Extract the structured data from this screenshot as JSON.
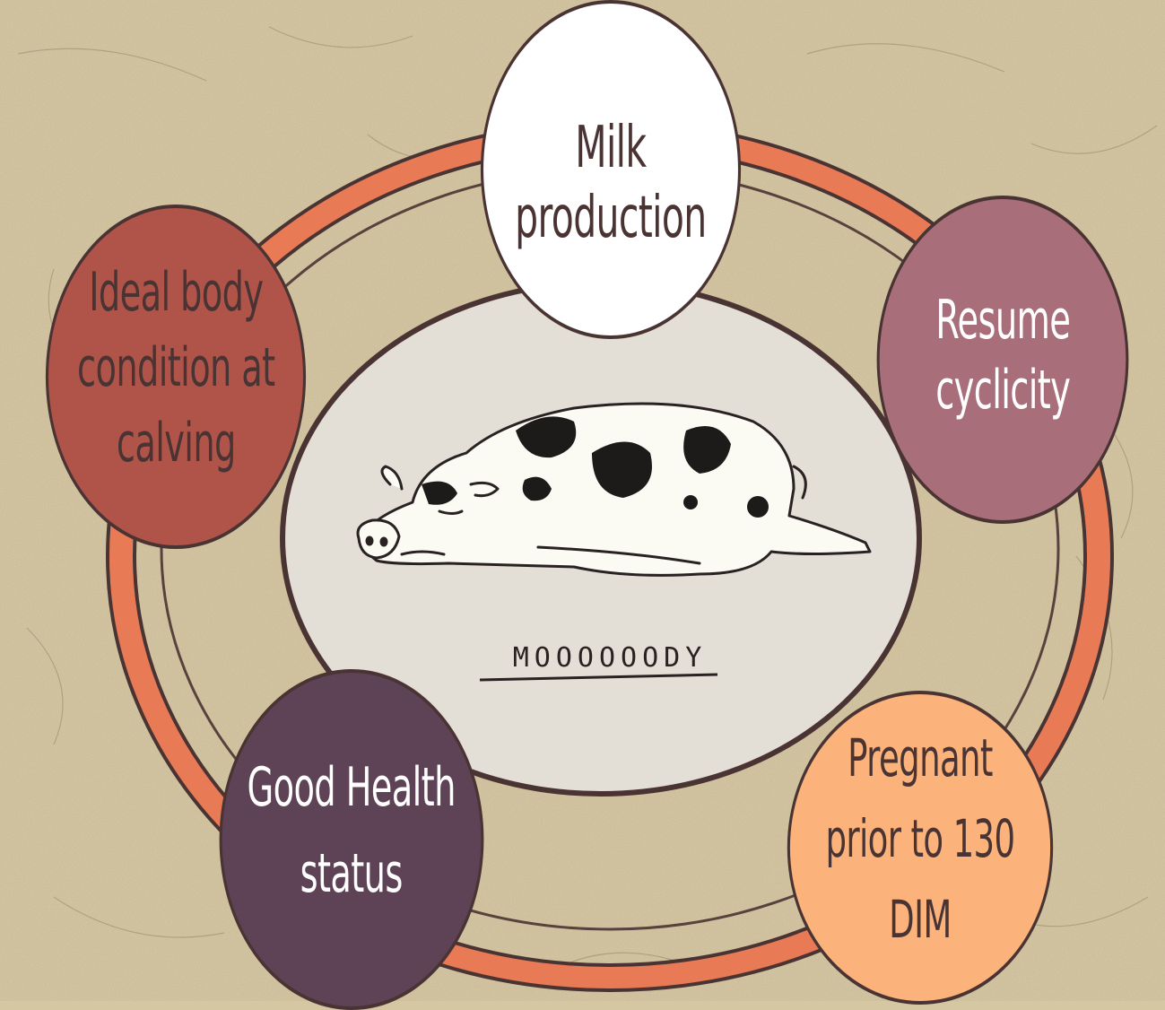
{
  "nodes": [
    {
      "id": "milk",
      "label": "Milk\nproduction",
      "fill": "#ffffff",
      "text_color": "#4a3433"
    },
    {
      "id": "resume",
      "label": "Resume\ncyclicity",
      "fill": "#a86e7a",
      "text_color": "#ffffff"
    },
    {
      "id": "ideal",
      "label": "Ideal body\ncondition at\ncalving",
      "fill": "#b0544a",
      "text_color": "#4a3433"
    },
    {
      "id": "good",
      "label": "Good Health\nstatus",
      "fill": "#5e4255",
      "text_color": "#ffffff"
    },
    {
      "id": "preg",
      "label": "Pregnant\nprior to 130\nDIM",
      "fill": "#fbb37b",
      "text_color": "#4a3433"
    }
  ],
  "center": {
    "logo_text": "MOOOOOODY"
  },
  "colors": {
    "ring": "#e87a55",
    "outline": "#4a3433",
    "center_fill": "#e3ded6",
    "background": "#d6c7a3"
  }
}
